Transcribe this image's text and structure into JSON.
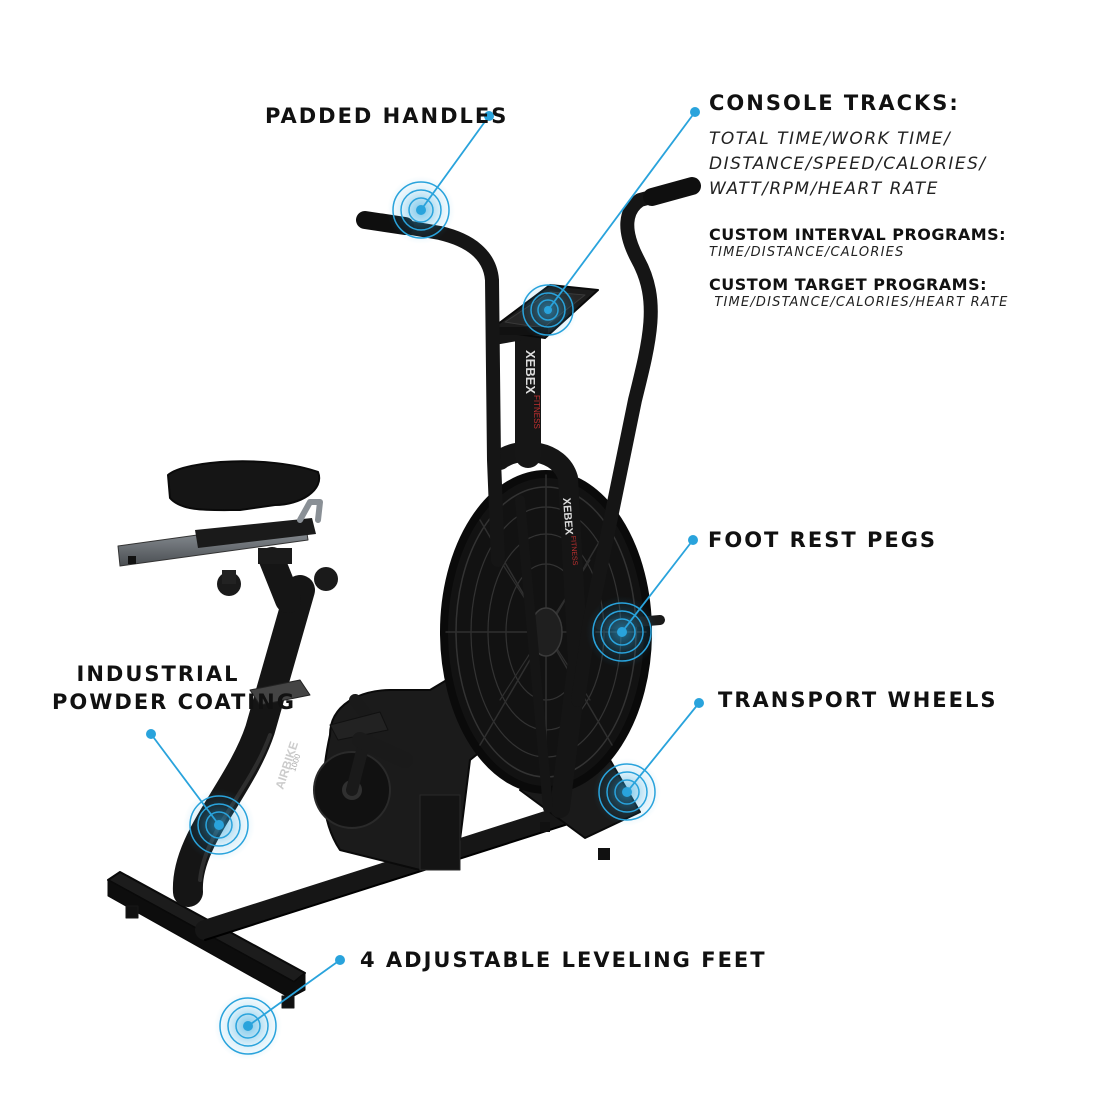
{
  "callouts": {
    "padded_handles": "PADDED HANDLES",
    "console_tracks": {
      "title": "CONSOLE TRACKS:",
      "lines": [
        "TOTAL TIME/WORK TIME/",
        "DISTANCE/SPEED/CALORIES/",
        "WATT/RPM/HEART RATE"
      ],
      "interval_title": "CUSTOM INTERVAL PROGRAMS:",
      "interval_text": "TIME/DISTANCE/CALORIES",
      "target_title": "CUSTOM TARGET PROGRAMS:",
      "target_text": " TIME/DISTANCE/CALORIES/HEART RATE"
    },
    "foot_rest_pegs": "FOOT REST PEGS",
    "industrial_coating": [
      "INDUSTRIAL",
      "POWDER COATING"
    ],
    "transport_wheels": "TRANSPORT WHEELS",
    "leveling_feet": "4 ADJUSTABLE LEVELING FEET"
  },
  "product": {
    "brand": "XEBEX",
    "brand_sub": "FITNESS",
    "model": "AIRBIKE",
    "model_sub": "1000"
  },
  "colors": {
    "accent": "#29a3dc",
    "frame": "#161616"
  }
}
